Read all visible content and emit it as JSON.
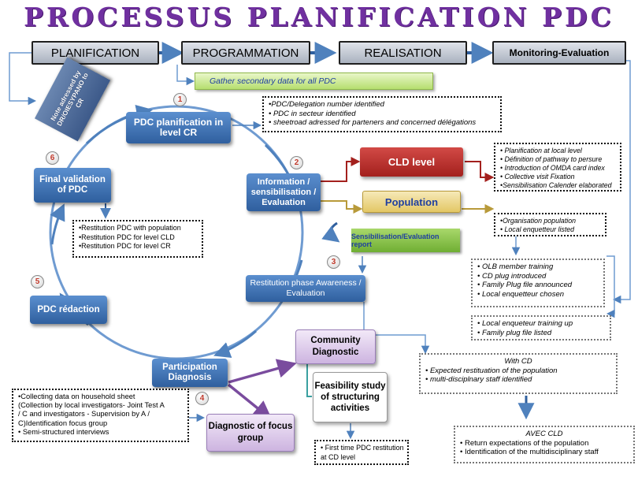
{
  "title": "PROCESSUS PLANIFICATION PDC",
  "phases": [
    "PLANIFICATION",
    "PROGRAMMATION",
    "REALISATION",
    "Monitoring-Evaluation"
  ],
  "gather_text": "Gather secondary data for all PDC",
  "note_text": "Note adressed by DR/OIESYPANO to CR",
  "steps": {
    "s1": {
      "num": "1",
      "label": "PDC planification in level CR"
    },
    "s2": {
      "num": "2",
      "label": "Information / sensibilisation / Evaluation"
    },
    "s3": {
      "num": "3",
      "label": "Restitution phase Awareness / Evaluation"
    },
    "s4": {
      "num": "4",
      "label": "Participation Diagnosis"
    },
    "s5": {
      "num": "5",
      "label": "PDC rédaction"
    },
    "s6": {
      "num": "6",
      "label": "Final validation of PDC"
    }
  },
  "pdc_identified": [
    "•PDC/Delegation  number identified",
    "• PDC in secteur identified",
    "• sheetroad adressed for parteners and  concerned délégations"
  ],
  "cld_level": "CLD level",
  "population": "Population",
  "cld_list": [
    "• Planification at local level",
    "• Définition of pathway to persure",
    "• Introduction  of  OMDA card index",
    "• Collective visit Fixation",
    "•Sensibilisation Calender elaborated"
  ],
  "pop_list": [
    "•Organisation population",
    "• Local  enquetteur listed"
  ],
  "sensib_report": "Sensibilisation/Evaluation report",
  "olb_list": [
    "• OLB member  training",
    "• CD plug introduced",
    "• Family  Plug file   announced",
    "•  Local enquetteur chosen"
  ],
  "enquet_list": [
    "• Local enqueteur training up",
    "• Family plug file listed"
  ],
  "with_cd": {
    "title": "With CD",
    "items": [
      "• Expected  restituation of the population",
      "• multi-disciplnary   staff identified"
    ]
  },
  "avec_cld": {
    "title": "AVEC  CLD",
    "items": [
      "• Return  expectations of the population",
      "• Identification of the multidisciplinary staff"
    ]
  },
  "restitution_list": [
    "•Restitution PDC with  population",
    "•Restitution PDC for level CLD",
    "•Restitution PDC for level CR"
  ],
  "collecting_list": [
    "•Collecting data on household sheet",
    "(Collection by local investigators- Joint Test A",
    "/ C and investigators - Supervision by A /",
    "C)Identification focus group",
    "• Semi-structured interviews"
  ],
  "community_diagnostic": "Community Diagnostic",
  "feasibility": "Feasibility study of structuring activities",
  "focus_group": "Diagnostic of focus group",
  "first_time": [
    "• First time PDC restitution",
    "at CD level"
  ]
}
